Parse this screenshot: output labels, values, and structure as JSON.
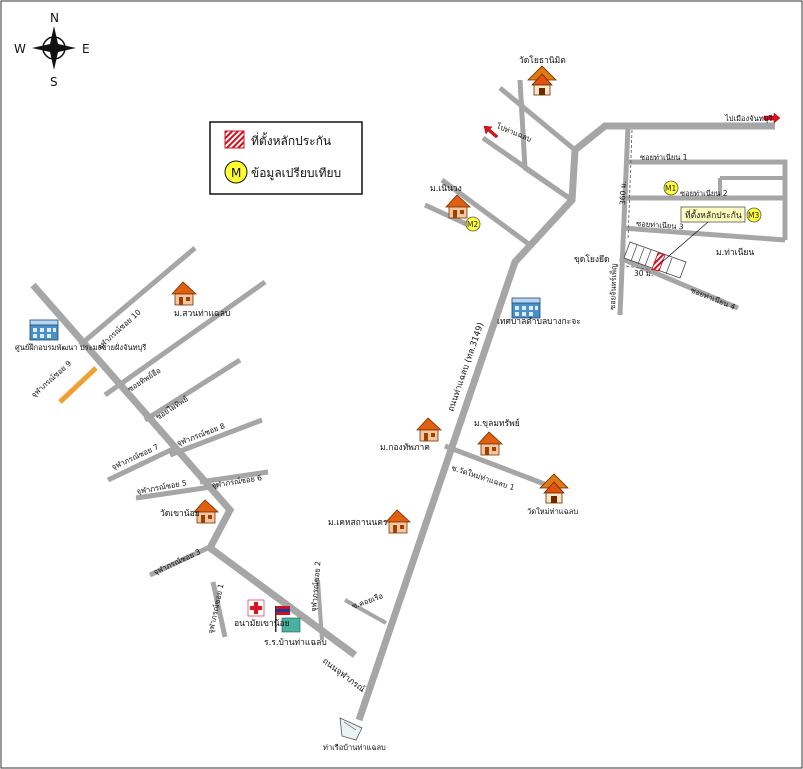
{
  "compass": {
    "north": "N",
    "south": "S",
    "east": "E",
    "west": "W"
  },
  "legend": {
    "site_label": "ที่ตั้งหลักประกัน",
    "marker_letter": "M",
    "comparable_label": "ข้อมูลเปรียบเทียบ"
  },
  "landmarks": {
    "wat_top": "วัดโยธานิมิต",
    "to_chanthaburi": "ไปเมืองจันทบุรี",
    "to_tha_mai": "ไปท่าแฉลบ",
    "mu_noen_wong": "ม.เนินวง",
    "municipality": "เทศบาลตำบลบางกะจะ",
    "training_center": "ศูนย์ฝึกอบรมพัฒนา ประมงชายฝั่งจันทบุรี",
    "mu_suan_tha_chalaep": "ม.สวนท่าแฉลบ",
    "mu_kong_thap_phak": "ม.กองทัพภาค",
    "mu_khun_sap": "ม.ขุลมทรัพย์",
    "wat_khao_noi": "วัดเขาน้อย",
    "mu_khet_nakhon": "ม.เคหสถานนคร",
    "wat_mai_tha_chalaep": "วัดใหม่ท่าแฉลบ",
    "health_station": "อนามัยเขาน้อย",
    "school": "ร.ร.บ้านท่าแฉลบ",
    "pier": "ท่าเรือบ้านท่าแฉลบ",
    "mu_tha_nian": "ม.ท่าเนียน",
    "khu_yong_yot": "ขุดโยงยึด"
  },
  "roads": {
    "main_road": "ถนนท่าแฉลบ (ทล.3149)",
    "chulabhorn": "ถนนจุฬาภรณ์",
    "soi_9": "จุฬาภรณ์ซอย 9",
    "soi_10": "จุฬาภรณ์ซอย 10",
    "soi_7": "จุฬาภรณ์ซอย 7",
    "soi_8": "จุฬาภรณ์ซอย 8",
    "soi_5": "จุฬาภรณ์ซอย 5",
    "soi_6": "จุฬาภรณ์ซอย 6",
    "soi_3": "จุฬาภรณ์ซอย 3",
    "soi_1": "จุฬาภรณ์ซอย 1",
    "soi_2": "จุฬาภรณ์ซอย 2",
    "soi_thip": "ซอยทิพย์ฮือ",
    "soi_thip2": "ซอยไผ่ทิพย์",
    "soi_wat_mai": "ซ.วัดใหม่ท่าแฉลบ 1",
    "soi_khoi": "ซ.คอยเรือ",
    "soi_tha_nian_1": "ซอยท่าเนียน 1",
    "soi_tha_nian_2": "ซอยท่าเนียน 2",
    "soi_tha_nian_3": "ซอยท่าเนียน 3",
    "soi_tha_nian_4": "ซอยท่าเนียน 4",
    "soi_chan_phen": "ซอยจันทร์เพ็ญ",
    "dist_360": "360 ม.",
    "dist_30": "30 ม."
  },
  "markers": {
    "m1": "M1",
    "m2": "M2",
    "m3": "M3"
  },
  "callout": "ที่ตั้งหลักประกัน",
  "colors": {
    "road": "#a6a6a6",
    "highlight": "#f0a030",
    "marker": "#ffff33",
    "arrow": "#e01020",
    "roof": "#e06010"
  }
}
